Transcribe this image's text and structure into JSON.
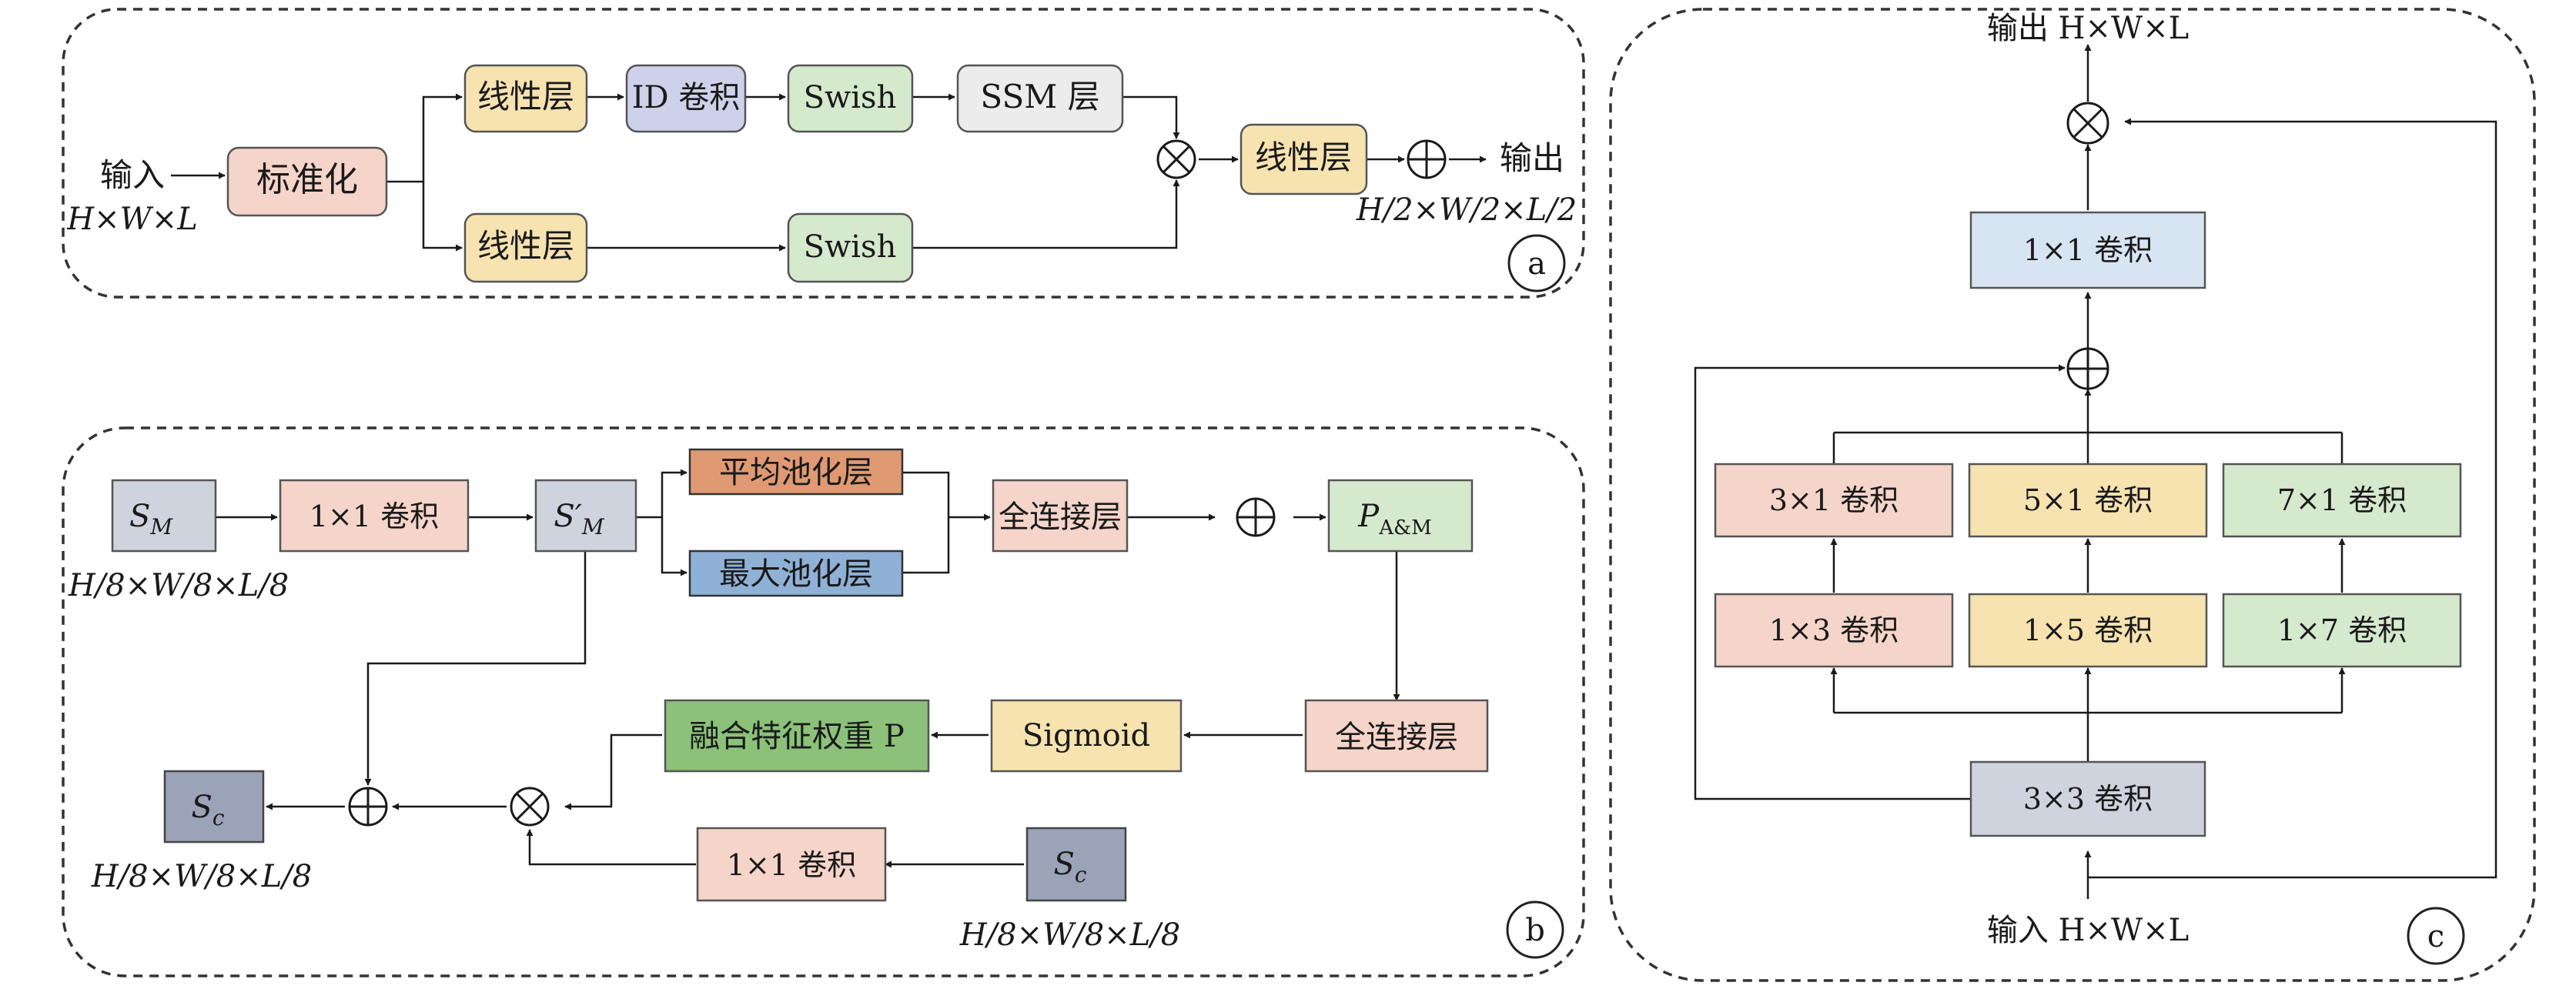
{
  "colors": {
    "pink": "#f5d5c9",
    "yellow": "#f6e3b0",
    "lavender": "#cdd2ea",
    "green": "#d5e9cd",
    "gray": "#ececec",
    "slate": "#cfd3de",
    "slate_dark": "#9ba3b8",
    "lightblue": "#d7e5f2",
    "orange": "#e09a73",
    "steelblue": "#8fb1d6",
    "darkgreen": "#8cc17a",
    "stroke": "#2b2b2b",
    "box_stroke": "#555555"
  },
  "panel_a": {
    "label": "a",
    "input_label": "输入",
    "input_dim": "H×W×L",
    "norm": "标准化",
    "linear_top": "线性层",
    "conv1d": "ID 卷积",
    "swish_top": "Swish",
    "ssm": "SSM 层",
    "linear_bottom": "线性层",
    "swish_bottom": "Swish",
    "linear_out": "线性层",
    "output_label": "输出",
    "output_dim": "H/2×W/2×L/2"
  },
  "panel_b": {
    "label": "b",
    "s_m": "S",
    "s_m_sub": "M",
    "s_m_dim": "H/8×W/8×L/8",
    "conv1": "1×1 卷积",
    "s_m_prime": "S′",
    "s_m_prime_sub": "M",
    "avg_pool": "平均池化层",
    "max_pool": "最大池化层",
    "fc_top": "全连接层",
    "p": "P",
    "p_sub": "A&M",
    "fc_right": "全连接层",
    "sigmoid": "Sigmoid",
    "fused_weight": "融合特征权重 P",
    "s_c_out": "S",
    "s_c_out_sub": "c",
    "s_c_out_dim": "H/8×W/8×L/8",
    "conv2": "1×1 卷积",
    "s_c_in": "S",
    "s_c_in_sub": "c",
    "s_c_in_dim": "H/8×W/8×L/8"
  },
  "panel_c": {
    "label": "c",
    "output_label": "输出 H×W×L",
    "conv_top": "1×1 卷积",
    "conv31": "3×1 卷积",
    "conv51": "5×1 卷积",
    "conv71": "7×1 卷积",
    "conv13": "1×3 卷积",
    "conv15": "1×5 卷积",
    "conv17": "1×7 卷积",
    "conv33": "3×3 卷积",
    "input_label": "输入 H×W×L"
  }
}
